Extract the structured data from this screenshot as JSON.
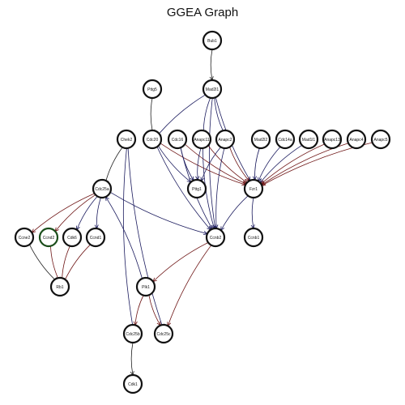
{
  "title": "GGEA Graph",
  "colors": {
    "edge_blue": "#1b1b5e",
    "edge_red": "#6e1515",
    "edge_black": "#222222",
    "node_stroke": "#111111",
    "node_stroke_green": "#1a4d1a"
  },
  "nodes": [
    {
      "id": "Bub1",
      "label": "Bub1"
    },
    {
      "id": "Pttg5",
      "label": "Pttg5"
    },
    {
      "id": "Mad2l1",
      "label": "Mad2l1"
    },
    {
      "id": "Chek2",
      "label": "Chek2"
    },
    {
      "id": "Cdc20",
      "label": "Cdc20"
    },
    {
      "id": "Cdc16",
      "label": "Cdc16"
    },
    {
      "id": "Anapc11",
      "label": "Anapc11"
    },
    {
      "id": "Anapc2",
      "label": "Anapc2"
    },
    {
      "id": "Mad2l2",
      "label": "Mad2l2"
    },
    {
      "id": "Cdc14a",
      "label": "Cdc14a"
    },
    {
      "id": "Mad1l1",
      "label": "Mad1l1"
    },
    {
      "id": "Anapc13",
      "label": "Anapc13"
    },
    {
      "id": "Anapc4",
      "label": "Anapc4"
    },
    {
      "id": "Anapc5",
      "label": "Anapc5"
    },
    {
      "id": "Cdc25a",
      "label": "Cdc25a"
    },
    {
      "id": "Pttg1",
      "label": "Pttg1"
    },
    {
      "id": "Fzr1",
      "label": "Fzr1"
    },
    {
      "id": "Ccnb2",
      "label": "Ccnb2"
    },
    {
      "id": "Ccnb1",
      "label": "Ccnb1"
    },
    {
      "id": "Ccne2",
      "label": "Ccne2"
    },
    {
      "id": "Ccnd2",
      "label": "Ccnd2",
      "highlight": "green"
    },
    {
      "id": "Cdk6",
      "label": "Cdk6"
    },
    {
      "id": "Ccnd1",
      "label": "Ccnd1"
    },
    {
      "id": "Rb1",
      "label": "Rb1"
    },
    {
      "id": "Plk1",
      "label": "Plk1"
    },
    {
      "id": "Cdc25b",
      "label": "Cdc25b"
    },
    {
      "id": "Cdc25c",
      "label": "Cdc25c"
    },
    {
      "id": "Cdk1",
      "label": "Cdk1"
    }
  ],
  "edges": [
    {
      "from": "Bub1",
      "to": "Mad2l1",
      "color": "black",
      "head": "arrow"
    },
    {
      "from": "Pttg5",
      "to": "Cdc20",
      "color": "black",
      "head": "bar"
    },
    {
      "from": "Mad2l1",
      "to": "Cdc20",
      "color": "blue",
      "head": "bar"
    },
    {
      "from": "Mad2l1",
      "to": "Anapc11",
      "color": "blue",
      "head": "bar"
    },
    {
      "from": "Mad2l1",
      "to": "Anapc2",
      "color": "blue",
      "head": "bar"
    },
    {
      "from": "Mad2l1",
      "to": "Fzr1",
      "color": "blue",
      "head": "arrow"
    },
    {
      "from": "Mad2l1",
      "to": "Ccnb2",
      "color": "blue",
      "head": "arrow"
    },
    {
      "from": "Chek2",
      "to": "Cdc25a",
      "color": "black",
      "head": "bar"
    },
    {
      "from": "Chek2",
      "to": "Cdc25b",
      "color": "blue",
      "head": "bar"
    },
    {
      "from": "Chek2",
      "to": "Cdc25c",
      "color": "blue",
      "head": "bar"
    },
    {
      "from": "Cdc20",
      "to": "Pttg1",
      "color": "blue",
      "head": "arrow"
    },
    {
      "from": "Cdc20",
      "to": "Fzr1",
      "color": "red",
      "head": "arrow"
    },
    {
      "from": "Cdc20",
      "to": "Ccnb2",
      "color": "blue",
      "head": "arrow"
    },
    {
      "from": "Cdc16",
      "to": "Pttg1",
      "color": "blue",
      "head": "arrow"
    },
    {
      "from": "Cdc16",
      "to": "Fzr1",
      "color": "red",
      "head": "arrow"
    },
    {
      "from": "Cdc16",
      "to": "Ccnb2",
      "color": "blue",
      "head": "arrow"
    },
    {
      "from": "Anapc11",
      "to": "Pttg1",
      "color": "blue",
      "head": "arrow"
    },
    {
      "from": "Anapc11",
      "to": "Fzr1",
      "color": "red",
      "head": "arrow"
    },
    {
      "from": "Anapc11",
      "to": "Ccnb2",
      "color": "blue",
      "head": "arrow"
    },
    {
      "from": "Anapc2",
      "to": "Pttg1",
      "color": "blue",
      "head": "arrow"
    },
    {
      "from": "Anapc2",
      "to": "Fzr1",
      "color": "red",
      "head": "arrow"
    },
    {
      "from": "Anapc2",
      "to": "Ccnb2",
      "color": "blue",
      "head": "arrow"
    },
    {
      "from": "Mad2l2",
      "to": "Fzr1",
      "color": "blue",
      "head": "arrow"
    },
    {
      "from": "Cdc14a",
      "to": "Fzr1",
      "color": "blue",
      "head": "arrow"
    },
    {
      "from": "Mad1l1",
      "to": "Fzr1",
      "color": "blue",
      "head": "arrow"
    },
    {
      "from": "Anapc13",
      "to": "Fzr1",
      "color": "red",
      "head": "arrow"
    },
    {
      "from": "Anapc4",
      "to": "Fzr1",
      "color": "red",
      "head": "arrow"
    },
    {
      "from": "Anapc5",
      "to": "Fzr1",
      "color": "red",
      "head": "arrow"
    },
    {
      "from": "Fzr1",
      "to": "Ccnb2",
      "color": "blue",
      "head": "arrow"
    },
    {
      "from": "Fzr1",
      "to": "Ccnb1",
      "color": "blue",
      "head": "arrow"
    },
    {
      "from": "Cdc25a",
      "to": "Ccne2",
      "color": "red",
      "head": "arrow"
    },
    {
      "from": "Cdc25a",
      "to": "Ccnd2",
      "color": "red",
      "head": "arrow"
    },
    {
      "from": "Cdc25a",
      "to": "Cdk6",
      "color": "blue",
      "head": "arrow"
    },
    {
      "from": "Cdc25a",
      "to": "Ccnd1",
      "color": "blue",
      "head": "arrow"
    },
    {
      "from": "Cdc25a",
      "to": "Ccnb2",
      "color": "blue",
      "head": "arrow"
    },
    {
      "from": "Ccne2",
      "to": "Rb1",
      "color": "black",
      "head": "bar"
    },
    {
      "from": "Ccnd2",
      "to": "Rb1",
      "color": "red",
      "head": "bar"
    },
    {
      "from": "Cdk6",
      "to": "Rb1",
      "color": "red",
      "head": "bar"
    },
    {
      "from": "Ccnd1",
      "to": "Rb1",
      "color": "red",
      "head": "bar"
    },
    {
      "from": "Ccnb2",
      "to": "Plk1",
      "color": "red",
      "head": "arrow"
    },
    {
      "from": "Ccnb2",
      "to": "Cdc25c",
      "color": "red",
      "head": "arrow"
    },
    {
      "from": "Plk1",
      "to": "Cdc25a",
      "color": "blue",
      "head": "arrow"
    },
    {
      "from": "Plk1",
      "to": "Cdc25b",
      "color": "red",
      "head": "arrow"
    },
    {
      "from": "Plk1",
      "to": "Cdc25c",
      "color": "red",
      "head": "arrow"
    },
    {
      "from": "Cdc25b",
      "to": "Cdk1",
      "color": "black",
      "head": "arrow"
    }
  ]
}
